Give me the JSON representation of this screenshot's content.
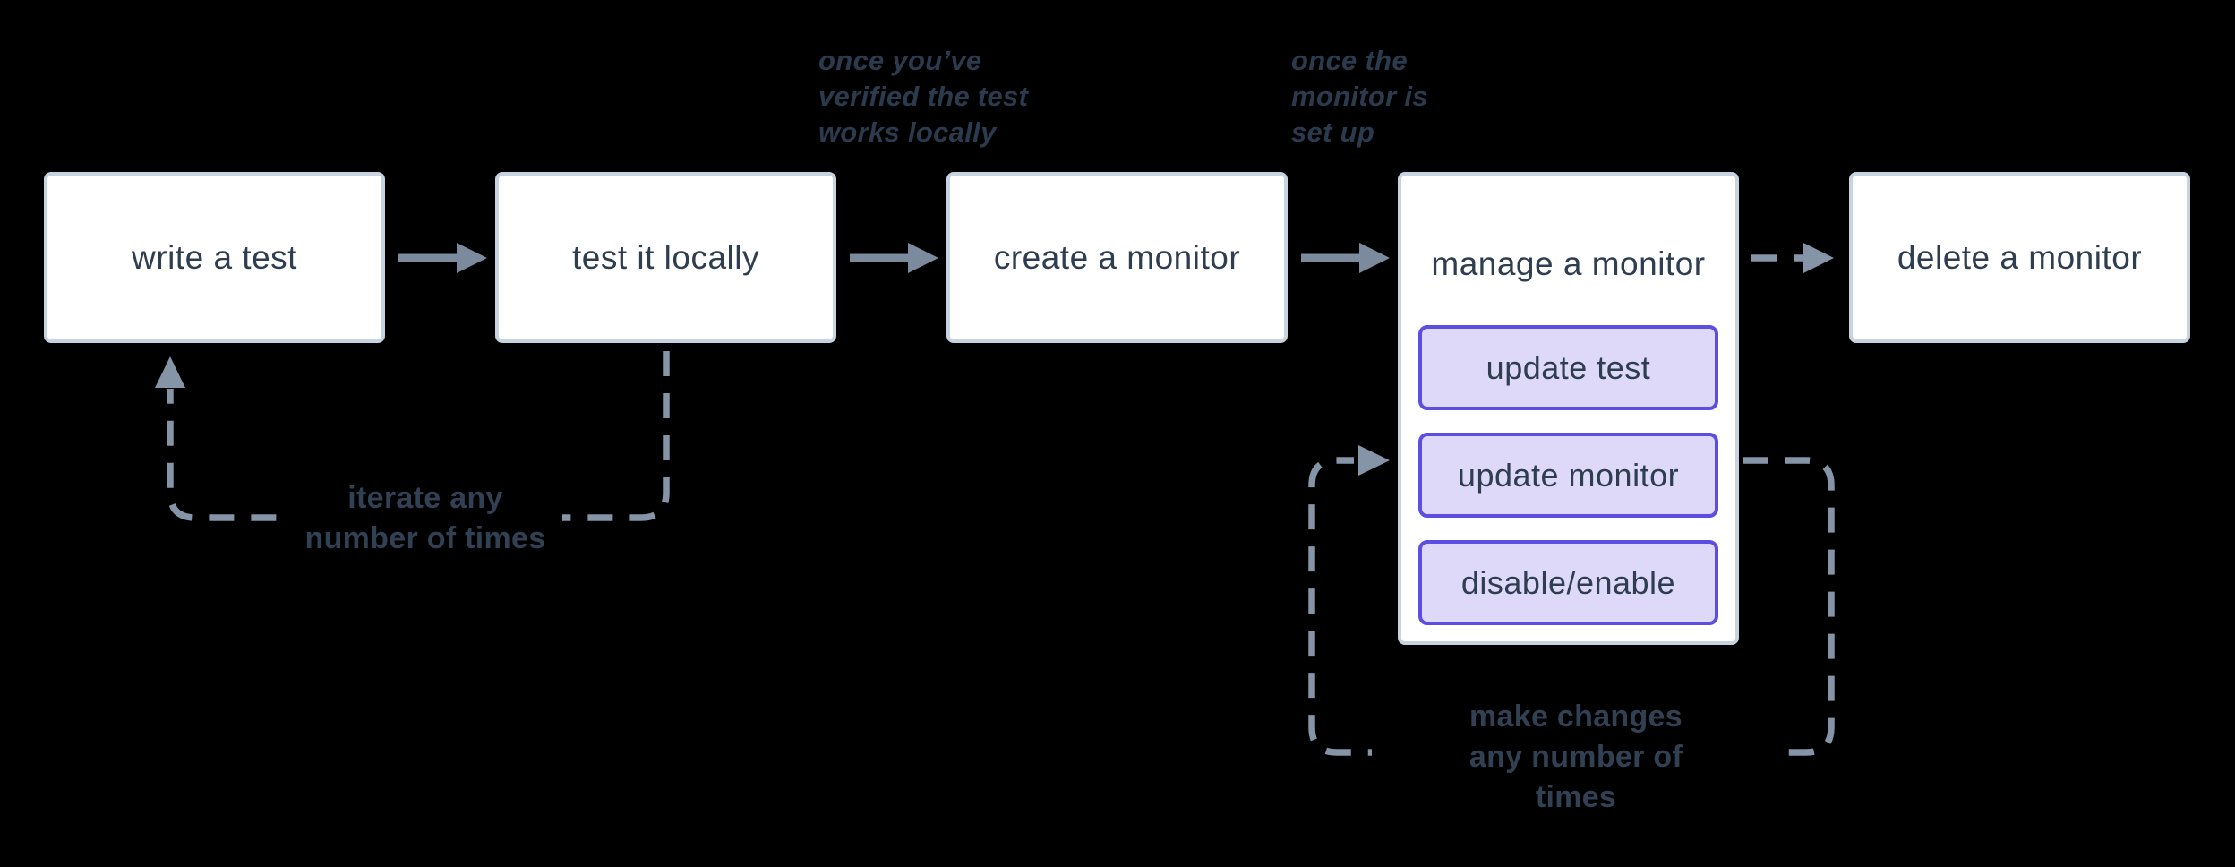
{
  "colors": {
    "background": "#000000",
    "node_fill": "#ffffff",
    "node_border": "#c7d3e0",
    "node_text": "#2e3e50",
    "solid_arrow": "#7b8a9d",
    "dashed_line": "#8594a6",
    "annotation_text": "#2b3a4d",
    "loop_label_text": "#314053",
    "sub_button_fill": "#ded9f8",
    "sub_button_border": "#5b4ee0"
  },
  "nodes": [
    {
      "label": "write a test"
    },
    {
      "label": "test it locally"
    },
    {
      "label": "create a monitor"
    },
    {
      "label": "manage a monitor"
    },
    {
      "label": "delete a monitor"
    }
  ],
  "manage_actions": [
    {
      "label": "update test"
    },
    {
      "label": "update monitor"
    },
    {
      "label": "disable/enable"
    }
  ],
  "annotations": [
    {
      "lines": [
        "once you’ve",
        "verified the test",
        "works locally"
      ]
    },
    {
      "lines": [
        "once the",
        "monitor is",
        "set up"
      ]
    }
  ],
  "loop_labels": [
    {
      "lines": [
        "iterate any",
        "number of times"
      ]
    },
    {
      "lines": [
        "make changes",
        "any number of",
        "times"
      ]
    }
  ]
}
